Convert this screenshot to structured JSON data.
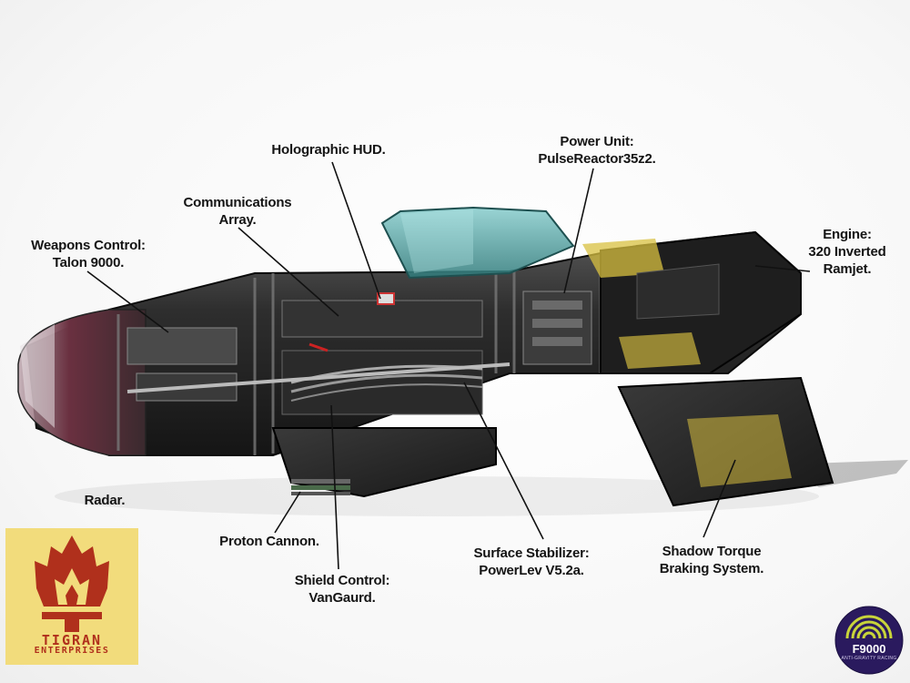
{
  "labels": {
    "weapons_control": [
      "Weapons Control:",
      "Talon 9000."
    ],
    "communications": [
      "Communications",
      "Array."
    ],
    "holographic_hud": [
      "Holographic HUD."
    ],
    "power_unit": [
      "Power Unit:",
      "PulseReactor35z2."
    ],
    "engine": [
      "Engine:",
      "320 Inverted",
      "Ramjet."
    ],
    "radar": [
      "Radar."
    ],
    "proton_cannon": [
      "Proton Cannon."
    ],
    "shield_control": [
      "Shield Control:",
      "VanGaurd."
    ],
    "surface_stabilizer": [
      "Surface Stabilizer:",
      "PowerLev V5.2a."
    ],
    "shadow_torque": [
      "Shadow Torque",
      "Braking System."
    ]
  },
  "logos": {
    "tigran": {
      "line1": "TIGRAN",
      "line2": "ENTERPRISES",
      "icon": "flame-logo-icon"
    },
    "f9000": {
      "name": "F9000",
      "sub": "ANTI-GRAVITY RACING",
      "icon": "signal-arcs-icon"
    }
  },
  "colors": {
    "hull": "#2a2a2a",
    "canopy": "#4fa8a8",
    "accent_yellow": "#d8c040",
    "nose_red": "#8a2a3a",
    "tigran_bg": "#f2dc7c",
    "tigran_red": "#b0301c",
    "f9000_purple": "#2a1a5e",
    "f9000_arcs": "#c8d43a"
  }
}
